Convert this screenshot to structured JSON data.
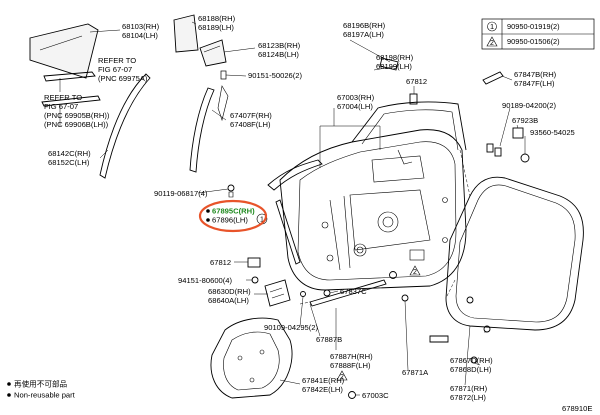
{
  "labels": {
    "l_68103": "68103(RH)",
    "l_68104": "68104(LH)",
    "l_68188": "68188(RH)",
    "l_68189": "68189(LH)",
    "l_68123": "68123B(RH)",
    "l_68124": "68124B(LH)",
    "l_90151": "90151-50026(2)",
    "l_68196": "68196B(RH)",
    "l_68197": "68197A(LH)",
    "l_68198": "68198(RH)",
    "l_68199": "68199(LH)",
    "l_67812_top": "67812",
    "l_67847": "67847B(RH)",
    "l_67847f": "67847F(LH)",
    "l_90189": "90189-04200(2)",
    "l_67923": "67923B",
    "l_93560": "93560-54025",
    "l_ref1a": "REFER TO",
    "l_ref1b": "FIG 67-07",
    "l_ref1c": "(PNC 69975A)",
    "l_ref2a": "REFER TO",
    "l_ref2b": "FIG 67-07",
    "l_ref2c": "(PNC 69905B(RH))",
    "l_ref2d": "(PNC 69906B(LH))",
    "l_67407": "67407F(RH)",
    "l_67408": "67408F(LH)",
    "l_67003": "67003(RH)",
    "l_67004": "67004(LH)",
    "l_68142": "68142C(RH)",
    "l_68152": "68152C(LH)",
    "l_90119": "90119-06817(4)",
    "l_67895": "67895C(RH)",
    "l_67896": "67896(LH)",
    "l_67812_mid": "67812",
    "l_94151": "94151-80600(4)",
    "l_68630": "68630D(RH)",
    "l_68640": "68640A(LH)",
    "l_67837": "67837C",
    "l_90109": "90109-04295(2)",
    "l_67887b": "67887B",
    "l_67887h": "67887H(RH)",
    "l_67888": "67888F(LH)",
    "l_67871": "67871A",
    "l_67867": "67867D(RH)",
    "l_67868": "67868D(LH)",
    "l_67841": "67841E(RH)",
    "l_67842": "67842E(LH)",
    "l_67003c": "67003C",
    "l_67871r": "67871(RH)",
    "l_67872": "67872(LH)",
    "l_figno": "678910E"
  },
  "legend": {
    "row1_num": "1",
    "row1_part": "90950-01919(2)",
    "row2_num": "2",
    "row2_part": "90950-01506(2)"
  },
  "callouts": {
    "c1": "1",
    "c2": "2",
    "c2b": "2"
  },
  "notes": {
    "jp": "再使用不可部品",
    "en": "Non-reusable part"
  },
  "colors": {
    "highlight_text": "#1f8a1f",
    "highlight_ring": "#e8542a"
  }
}
